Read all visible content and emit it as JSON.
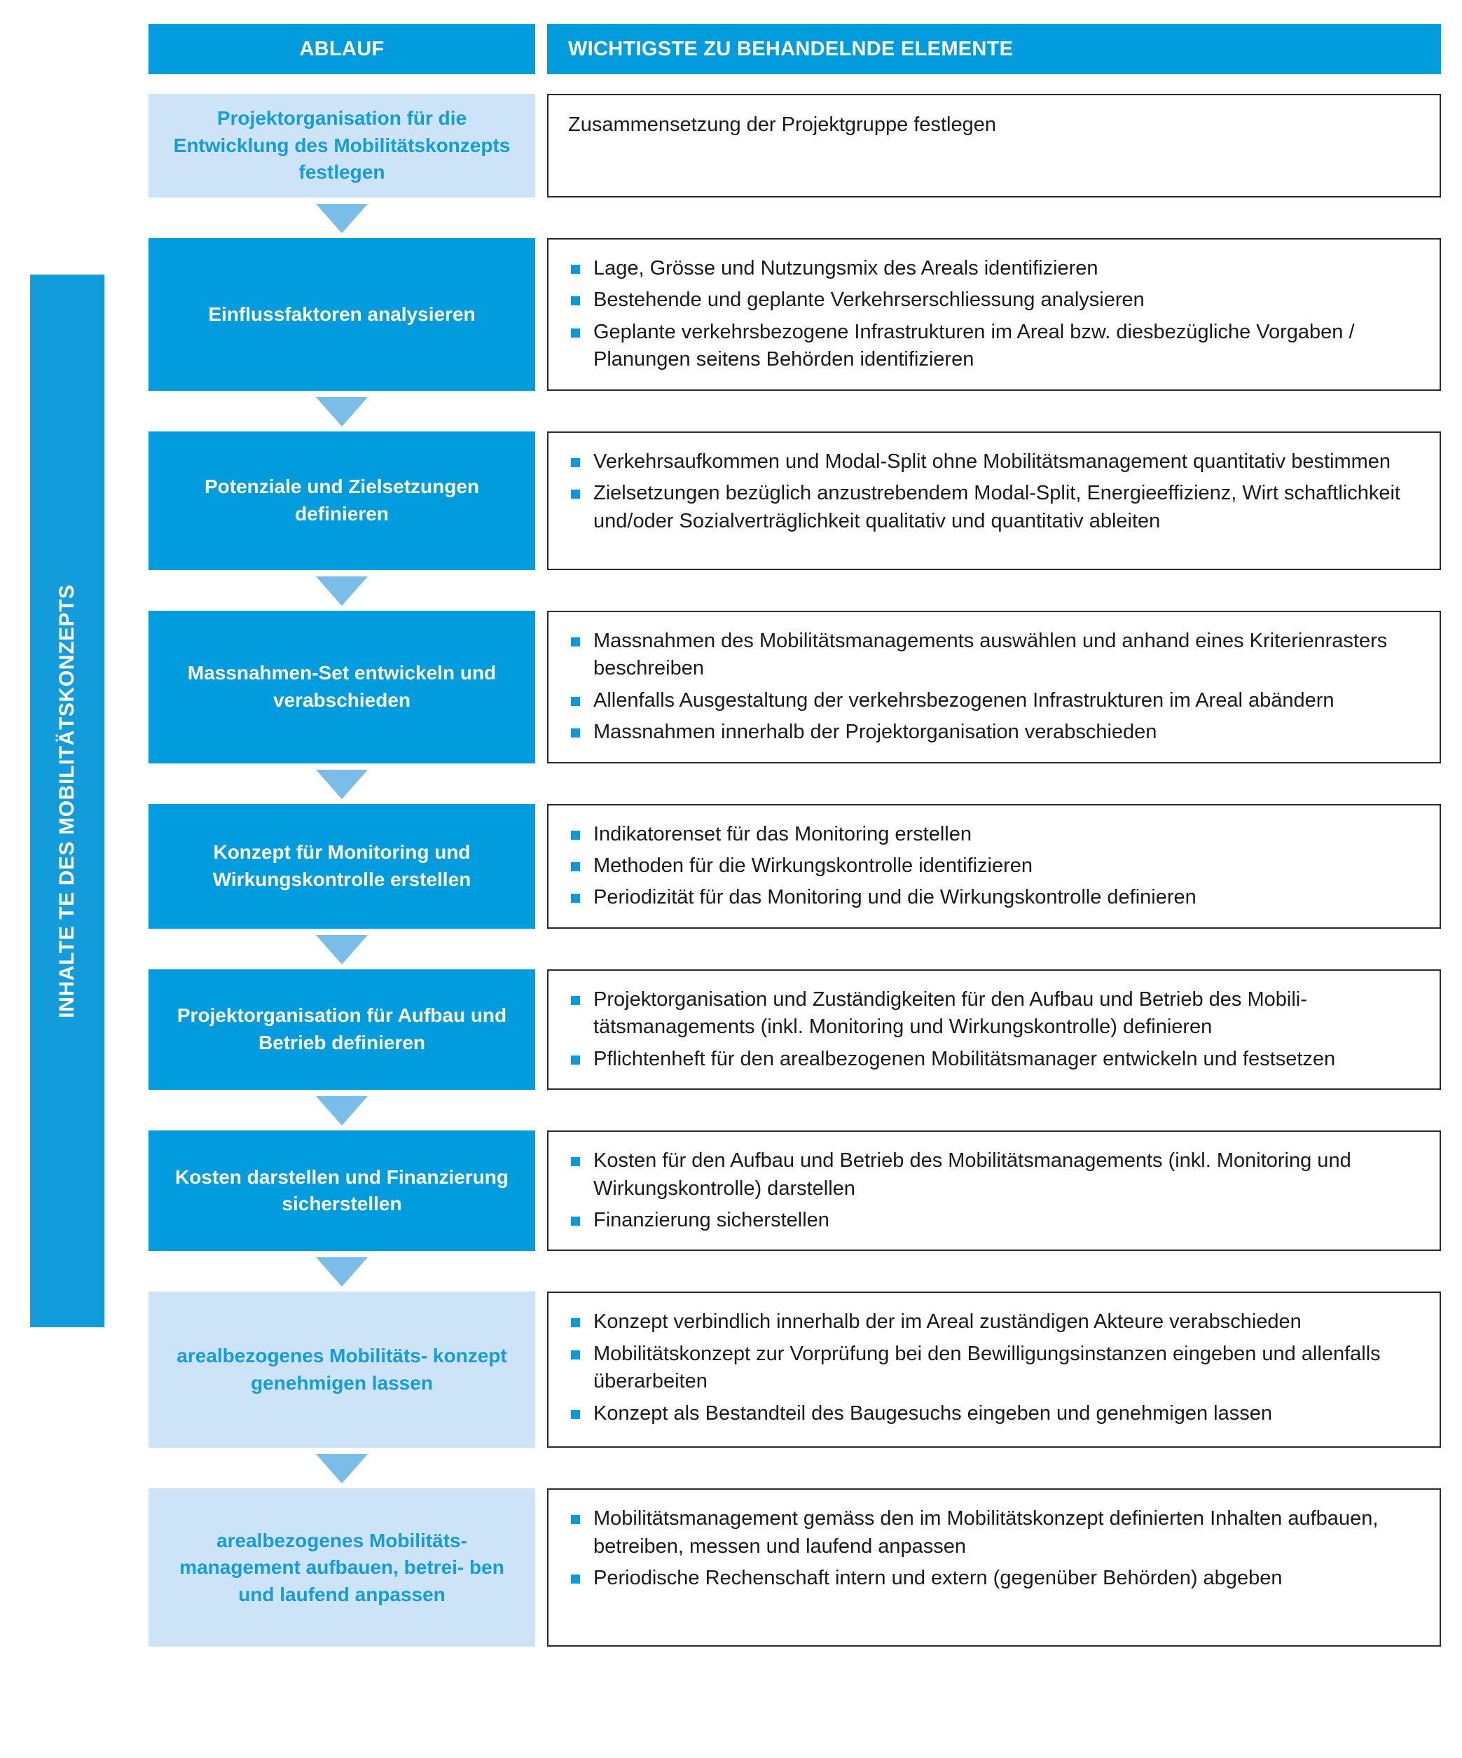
{
  "sidebar": {
    "label": "INHALTE TE DES MOBILITÄTSKONZEPTS",
    "color": "#139CDB"
  },
  "header": {
    "left": "ABLAUF",
    "right": "WICHTIGSTE ZU BEHANDELNDE ELEMENTE",
    "bg": "#009CDE",
    "text_color": "#FFFFFF"
  },
  "colors": {
    "solid_step": "#009CDE",
    "light_step": "#CDE3F7",
    "light_step_text": "#159CDC",
    "arrow": "#79BDE8",
    "panel_border": "#2B2B2B",
    "body_text": "#1A1A1A"
  },
  "rows": [
    {
      "step": "Projektorganisation für die Entwicklung des Mobilitätskonzepts festlegen",
      "style": "light",
      "plain": "Zusammensetzung der Projektgruppe festlegen",
      "bullets": []
    },
    {
      "step": "Einflussfaktoren analysieren",
      "style": "solid",
      "bullets": [
        "Lage, Grösse und Nutzungsmix des Areals identifizieren",
        "Bestehende und geplante Verkehrserschliessung analysieren",
        "Geplante verkehrsbezogene Infrastrukturen im Areal bzw. diesbezügliche Vorgaben / Planungen seitens Behörden identifizieren"
      ]
    },
    {
      "step": "Potenziale und Zielsetzungen definieren",
      "style": "solid",
      "bullets": [
        "Verkehrsaufkommen und Modal-Split ohne Mobilitätsmanagement quantitativ bestimmen",
        "Zielsetzungen bezüglich anzustrebendem Modal-Split, Energieeffizienz, Wirt schaftlichkeit und/oder Sozialverträglichkeit qualitativ und quantitativ ableiten"
      ]
    },
    {
      "step": "Massnahmen-Set entwickeln und verabschieden",
      "style": "solid",
      "bullets": [
        "Massnahmen des Mobilitätsmanagements auswählen und anhand eines Kriterienrasters beschreiben",
        "Allenfalls Ausgestaltung der verkehrsbezogenen Infrastrukturen im Areal abändern",
        "Massnahmen innerhalb der Projektorganisation verabschieden"
      ]
    },
    {
      "step": "Konzept für Monitoring und Wirkungskontrolle erstellen",
      "style": "solid",
      "bullets": [
        "Indikatorenset für das Monitoring erstellen",
        "Methoden für die Wirkungskontrolle identifizieren",
        "Periodizität für das Monitoring und die Wirkungskontrolle definieren"
      ]
    },
    {
      "step": "Projektorganisation für Aufbau und Betrieb definieren",
      "style": "solid",
      "bullets": [
        "Projektorganisation und Zuständigkeiten für den Aufbau und Betrieb des Mobili-tätsmanagements (inkl. Monitoring und Wirkungskontrolle) definieren",
        "Pflichtenheft für den arealbezogenen Mobilitätsmanager entwickeln und festsetzen"
      ]
    },
    {
      "step": "Kosten darstellen und Finanzierung sicherstellen",
      "style": "solid",
      "bullets": [
        "Kosten für den Aufbau und Betrieb des Mobilitätsmanagements (inkl. Monitoring und Wirkungskontrolle) darstellen",
        "Finanzierung sicherstellen"
      ]
    },
    {
      "step": "arealbezogenes Mobilitäts- konzept genehmigen lassen",
      "style": "light",
      "bullets": [
        "Konzept verbindlich innerhalb der im Areal zuständigen Akteure verabschieden",
        "Mobilitätskonzept zur Vorprüfung bei den Bewilligungsinstanzen eingeben und allenfalls überarbeiten",
        "Konzept als Bestandteil des Baugesuchs eingeben und genehmigen lassen"
      ]
    },
    {
      "step": "arealbezogenes Mobilitäts- management aufbauen, betrei- ben und laufend anpassen",
      "style": "light",
      "bullets": [
        "Mobilitätsmanagement gemäss den im Mobilitätskonzept definierten Inhalten aufbauen, betreiben, messen und laufend anpassen",
        "Periodische Rechenschaft intern und extern (gegenüber Behörden) abgeben"
      ]
    }
  ]
}
